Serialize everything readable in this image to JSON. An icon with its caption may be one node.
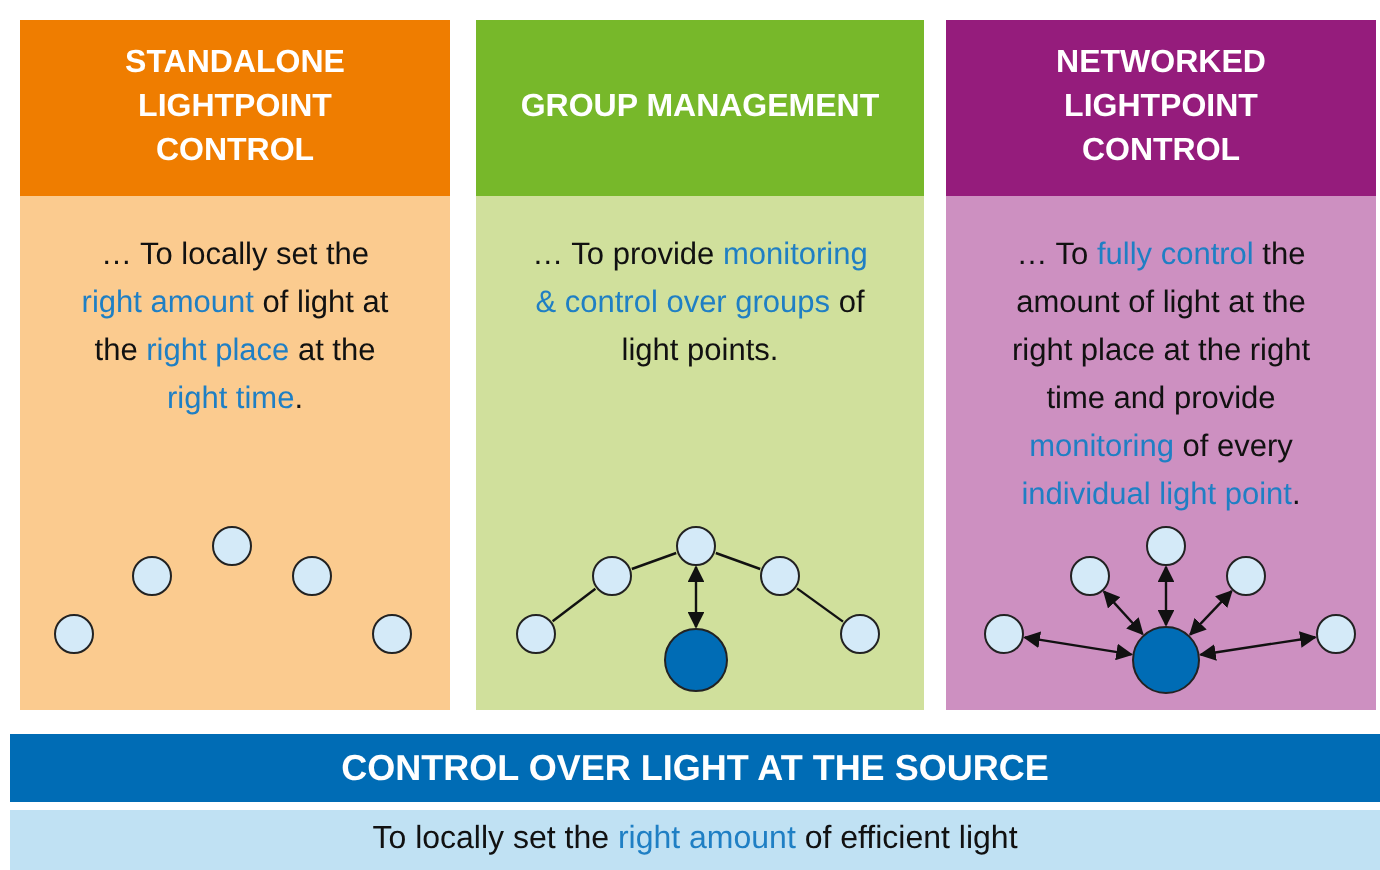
{
  "diagram": {
    "nodes": [
      {
        "text": [
          "STANDALONE LIGHTPOINT CONTROL",
          "… To locally set the **right amount** of light at the **right place** at the **right time**."
        ]
      },
      {
        "text": [],
        "shape": "circle",
        "in": 0
      },
      {
        "text": [],
        "shape": "circle",
        "in": 0
      },
      {
        "text": [],
        "shape": "circle",
        "in": 0
      },
      {
        "text": [],
        "shape": "circle",
        "in": 0
      },
      {
        "text": [],
        "shape": "circle",
        "in": 0
      },
      {
        "text": [
          "GROUP MANAGEMENT",
          "… To provide **monitoring & control over groups** of light points."
        ]
      },
      {
        "text": [],
        "shape": "circle",
        "in": 6
      },
      {
        "text": [],
        "shape": "circle",
        "in": 6
      },
      {
        "text": [],
        "shape": "circle",
        "in": 6
      },
      {
        "text": [],
        "shape": "circle",
        "in": 6
      },
      {
        "text": [],
        "shape": "circle",
        "in": 6
      },
      {
        "text": [],
        "shape": "circle",
        "in": 6
      },
      {
        "text": [
          "NETWORKED LIGHTPOINT CONTROL",
          "… To **fully control** the amount of light at the right place at the right time and provide **monitoring** of every **individual light point**."
        ]
      },
      {
        "text": [],
        "shape": "circle",
        "in": 13
      },
      {
        "text": [],
        "shape": "circle",
        "in": 13
      },
      {
        "text": [],
        "shape": "circle",
        "in": 13
      },
      {
        "text": [],
        "shape": "circle",
        "in": 13
      },
      {
        "text": [],
        "shape": "circle",
        "in": 13
      },
      {
        "text": [],
        "shape": "circle",
        "in": 13
      },
      {
        "text": [
          "CONTROL OVER LIGHT AT THE SOURCE"
        ]
      },
      {
        "text": [
          "To locally set the **right amount** of efficient light"
        ]
      }
    ],
    "edges": [
      {
        "from": 7,
        "to": 8,
        "arrow": "none"
      },
      {
        "from": 8,
        "to": 9,
        "arrow": "none"
      },
      {
        "from": 9,
        "to": 10,
        "arrow": "none"
      },
      {
        "from": 10,
        "to": 11,
        "arrow": "none"
      },
      {
        "from": 12,
        "to": 9,
        "arrow": "both"
      },
      {
        "from": 19,
        "to": 14,
        "arrow": "both"
      },
      {
        "from": 19,
        "to": 15,
        "arrow": "both"
      },
      {
        "from": 19,
        "to": 16,
        "arrow": "both"
      },
      {
        "from": 19,
        "to": 17,
        "arrow": "both"
      },
      {
        "from": 19,
        "to": 18,
        "arrow": "both"
      }
    ]
  }
}
